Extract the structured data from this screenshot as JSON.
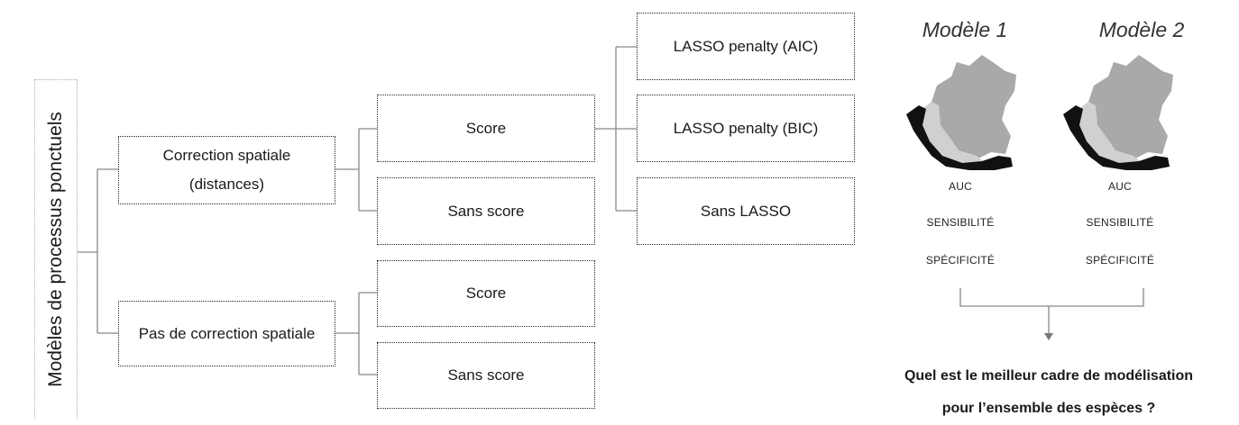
{
  "root": {
    "label": "Modèles de processus ponctuels"
  },
  "level1": {
    "correction": "Correction spatiale\n(distances)",
    "no_correction": "Pas de correction spatiale"
  },
  "level2": {
    "score_a": "Score",
    "sans_score_a": "Sans score",
    "score_b": "Score",
    "sans_score_b": "Sans score"
  },
  "level3": {
    "lasso_aic": "LASSO penalty (AIC)",
    "lasso_bic": "LASSO penalty (BIC)",
    "sans_lasso": "Sans LASSO"
  },
  "models": [
    {
      "title": "Modèle 1",
      "metrics": [
        "AUC",
        "SENSIBILITÉ",
        "SPÉCIFICITÉ"
      ]
    },
    {
      "title": "Modèle 2",
      "metrics": [
        "AUC",
        "SENSIBILITÉ",
        "SPÉCIFICITÉ"
      ]
    }
  ],
  "map_colors": {
    "light": "#a9a9a9",
    "mid": "#d0d0d0",
    "dark": "#111111"
  },
  "question": {
    "line1": "Quel est le meilleur cadre de modélisation",
    "line2": "pour l’ensemble des espèces ?"
  }
}
